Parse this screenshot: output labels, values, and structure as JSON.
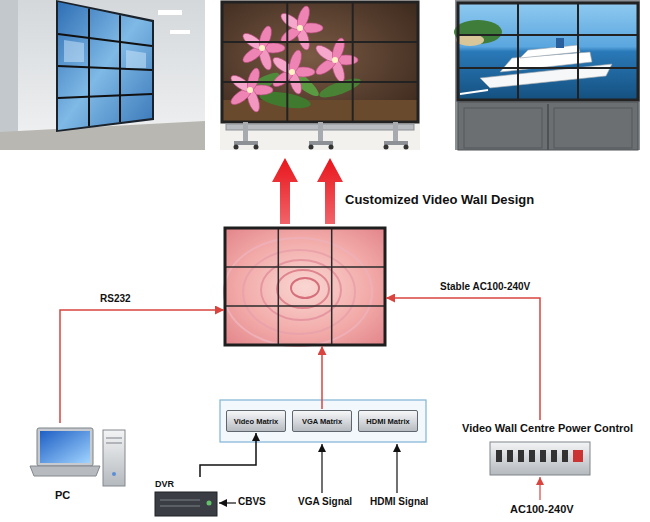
{
  "diagram": {
    "nodes": [
      {
        "text": [
          "Customized Video Wall Design"
        ]
      },
      {
        "text": [
          "PC"
        ]
      },
      {
        "text": [
          "Video Matrix"
        ]
      },
      {
        "text": [
          "VGA Matrix"
        ]
      },
      {
        "text": [
          "HDMI Matrix"
        ]
      },
      {
        "text": [
          "Video Wall Centre Power Control"
        ]
      },
      {
        "text": [
          "DVR"
        ]
      }
    ],
    "edges": [
      {
        "from": 1,
        "to": 0,
        "arrow": "to",
        "label": "RS232"
      },
      {
        "from": 5,
        "to": 0,
        "arrow": "to",
        "label": "Stable AC100-240V"
      },
      {
        "from": 3,
        "to": 0,
        "arrow": "to"
      },
      {
        "from": 6,
        "to": 2,
        "arrow": "to"
      }
    ],
    "labels": [
      "CBVS",
      "VGA Signal",
      "HDMI Signal",
      "AC100-240V"
    ]
  }
}
